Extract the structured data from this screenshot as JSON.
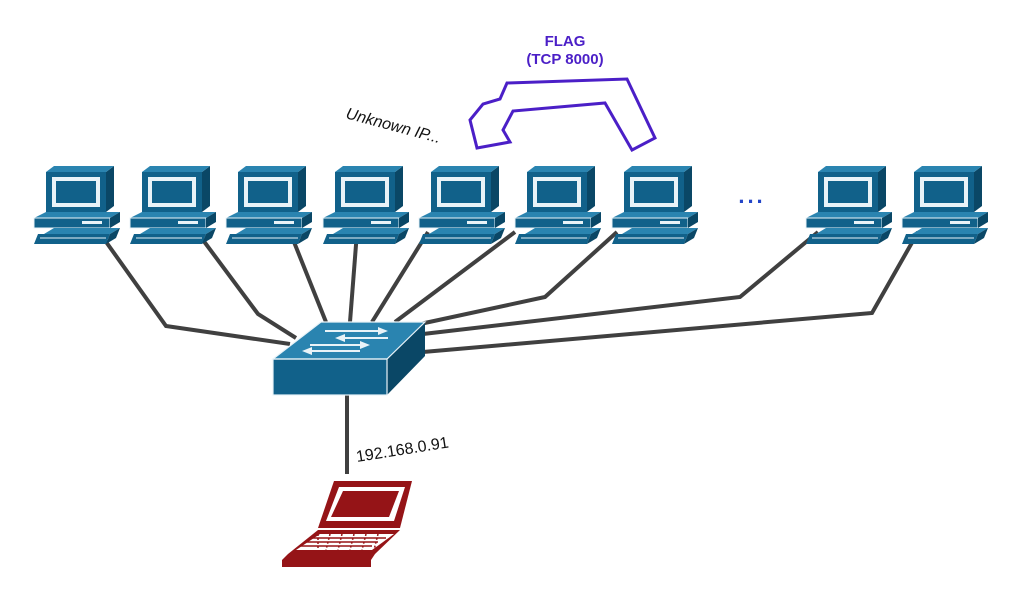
{
  "flag": {
    "title": "FLAG",
    "subtitle": "(TCP 8000)"
  },
  "unknown_ip_label": "Unknown IP...",
  "ellipsis": "...",
  "attacker_ip": "192.168.0.91",
  "colors": {
    "device_blue": "#11618a",
    "device_dark": "#0a4766",
    "screen_light": "#e9f3f8",
    "cable": "#404040",
    "arrow_purple": "#4b1fc7",
    "laptop_red": "#951417",
    "ellipsis_blue": "#2345c8"
  },
  "icons": {
    "host": "desktop-computer-icon",
    "switch": "network-switch-icon",
    "attacker": "laptop-icon",
    "arrow": "curved-arrow-icon"
  }
}
